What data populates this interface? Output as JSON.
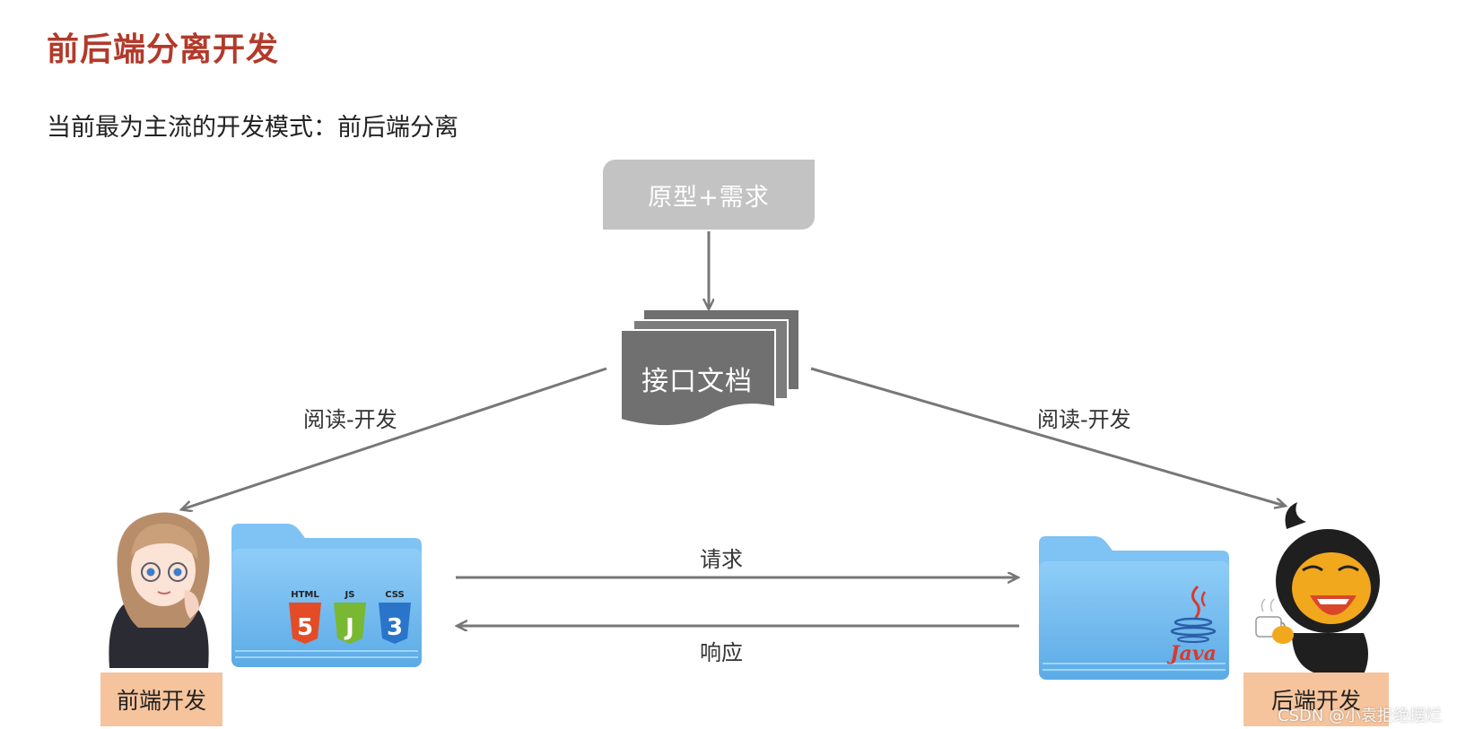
{
  "page": {
    "title": "前后端分离开发",
    "subtitle": "当前最为主流的开发模式：前后端分离"
  },
  "diagram": {
    "prototype_label": "原型+需求",
    "api_doc_label": "接口文档",
    "left_edge_label": "阅读-开发",
    "right_edge_label": "阅读-开发",
    "request_label": "请求",
    "response_label": "响应",
    "frontend_label": "前端开发",
    "backend_label": "后端开发",
    "frontend_badges": [
      "HTML",
      "JS",
      "CSS"
    ],
    "backend_badge": "Java"
  },
  "watermark": "CSDN @小袁拒绝摆烂",
  "colors": {
    "title": "#b23a2b",
    "prototype_box": "#c3c3c3",
    "doc_stack": "#707070",
    "arrow": "#777777",
    "folder": "#6fb8ef",
    "role_box": "#f6c49c"
  }
}
